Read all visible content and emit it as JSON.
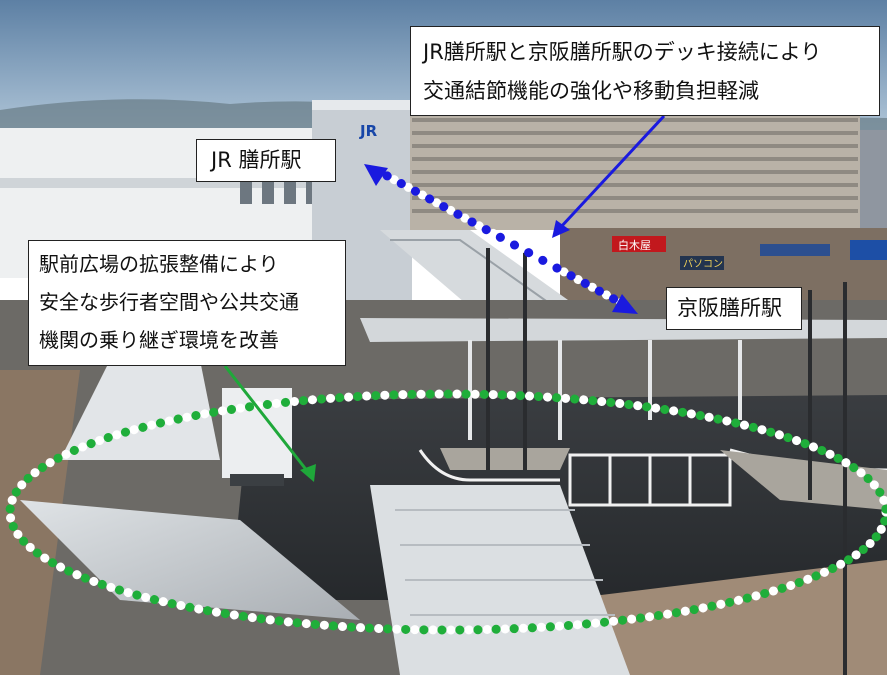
{
  "callouts": {
    "deck": {
      "line1": "JR膳所駅と京阪膳所駅のデッキ接続により",
      "line2": "交通結節機能の強化や移動負担軽減"
    },
    "jr_station": "JR 膳所駅",
    "keihan_station": "京阪膳所駅",
    "plaza": {
      "line1": "駅前広場の拡張整備により",
      "line2": "安全な歩行者空間や公共交通",
      "line3": "機関の乗り継ぎ環境を改善"
    }
  },
  "photo_signs": {
    "jr_logo": "JR",
    "store_sign": "白木屋",
    "shop_sign": "パソコン"
  },
  "colors": {
    "sky": "#7fa0bf",
    "deck_arrow": "#1a1adf",
    "plaza_arrow": "#1fa83a",
    "plaza_ellipse": "#1fae3a",
    "asphalt": "#2f3236",
    "callout_border": "#222222"
  }
}
